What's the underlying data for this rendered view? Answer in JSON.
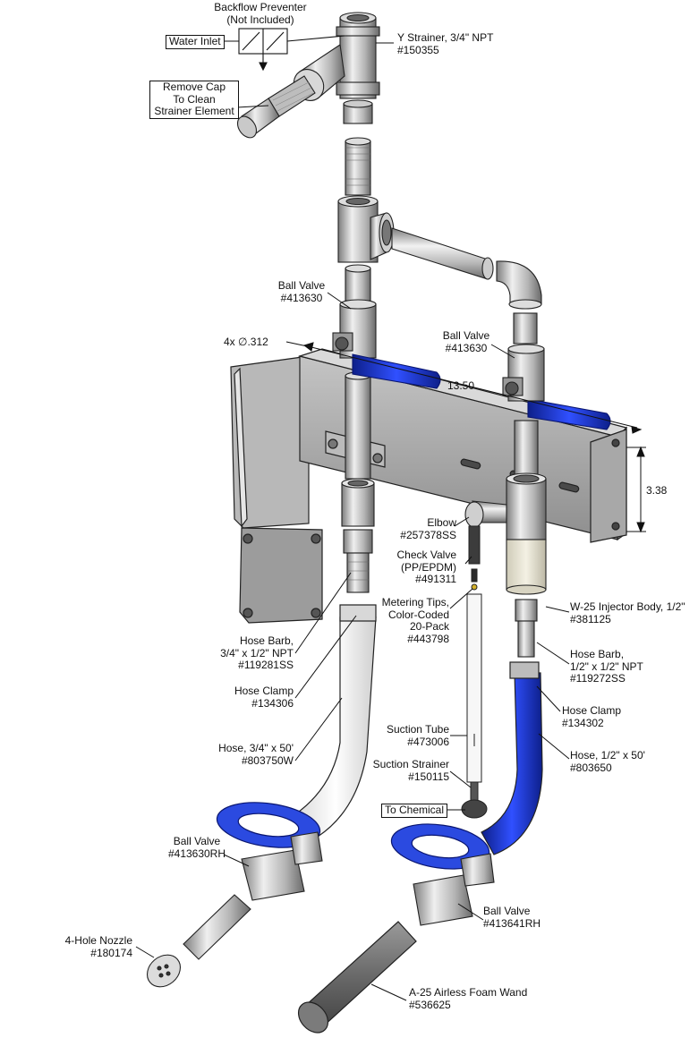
{
  "labels": {
    "backflow": "Backflow Preventer\n(Not Included)",
    "water_inlet": "Water Inlet",
    "y_strainer": "Y Strainer, 3/4\" NPT\n#150355",
    "remove_cap": "Remove Cap\nTo Clean\nStrainer Element",
    "ball_valve_left_top": "Ball Valve\n#413630",
    "ball_valve_right_top": "Ball Valve\n#413630",
    "hole_dim": "4x ∅.312",
    "dim_width": "13.50",
    "dim_height": "3.38",
    "elbow": "Elbow\n#257378SS",
    "check_valve": "Check Valve\n(PP/EPDM)\n#491311",
    "metering_tips": "Metering Tips,\nColor-Coded\n20-Pack\n#443798",
    "injector_body": "W-25 Injector Body, 1/2\"\n#381125",
    "hose_barb_left": "Hose Barb,\n3/4\" x 1/2\" NPT\n#119281SS",
    "hose_barb_right": "Hose Barb,\n1/2\" x 1/2\" NPT\n#119272SS",
    "hose_clamp_left": "Hose Clamp\n#134306",
    "hose_clamp_right": "Hose Clamp\n#134302",
    "suction_tube": "Suction Tube\n#473006",
    "suction_strainer": "Suction Strainer\n#150115",
    "to_chemical": "To Chemical",
    "hose_left": "Hose, 3/4\" x 50'\n#803750W",
    "hose_right": "Hose, 1/2\" x 50'\n#803650",
    "ball_valve_left_bottom": "Ball Valve\n#413630RH",
    "ball_valve_right_bottom": "Ball Valve\n#413641RH",
    "nozzle": "4-Hole Nozzle\n#180174",
    "foam_wand": "A-25 Airless Foam Wand\n#536625"
  },
  "colors": {
    "blue": "#1f3fd6",
    "blue_dark": "#0d1f8a",
    "metal": "#c8c8c8",
    "metal_dark": "#7a7a7a",
    "bracket": "#a9a9a9",
    "white_hose": "#f2f2f2",
    "wand": "#6f6f6f",
    "line": "#111111"
  }
}
